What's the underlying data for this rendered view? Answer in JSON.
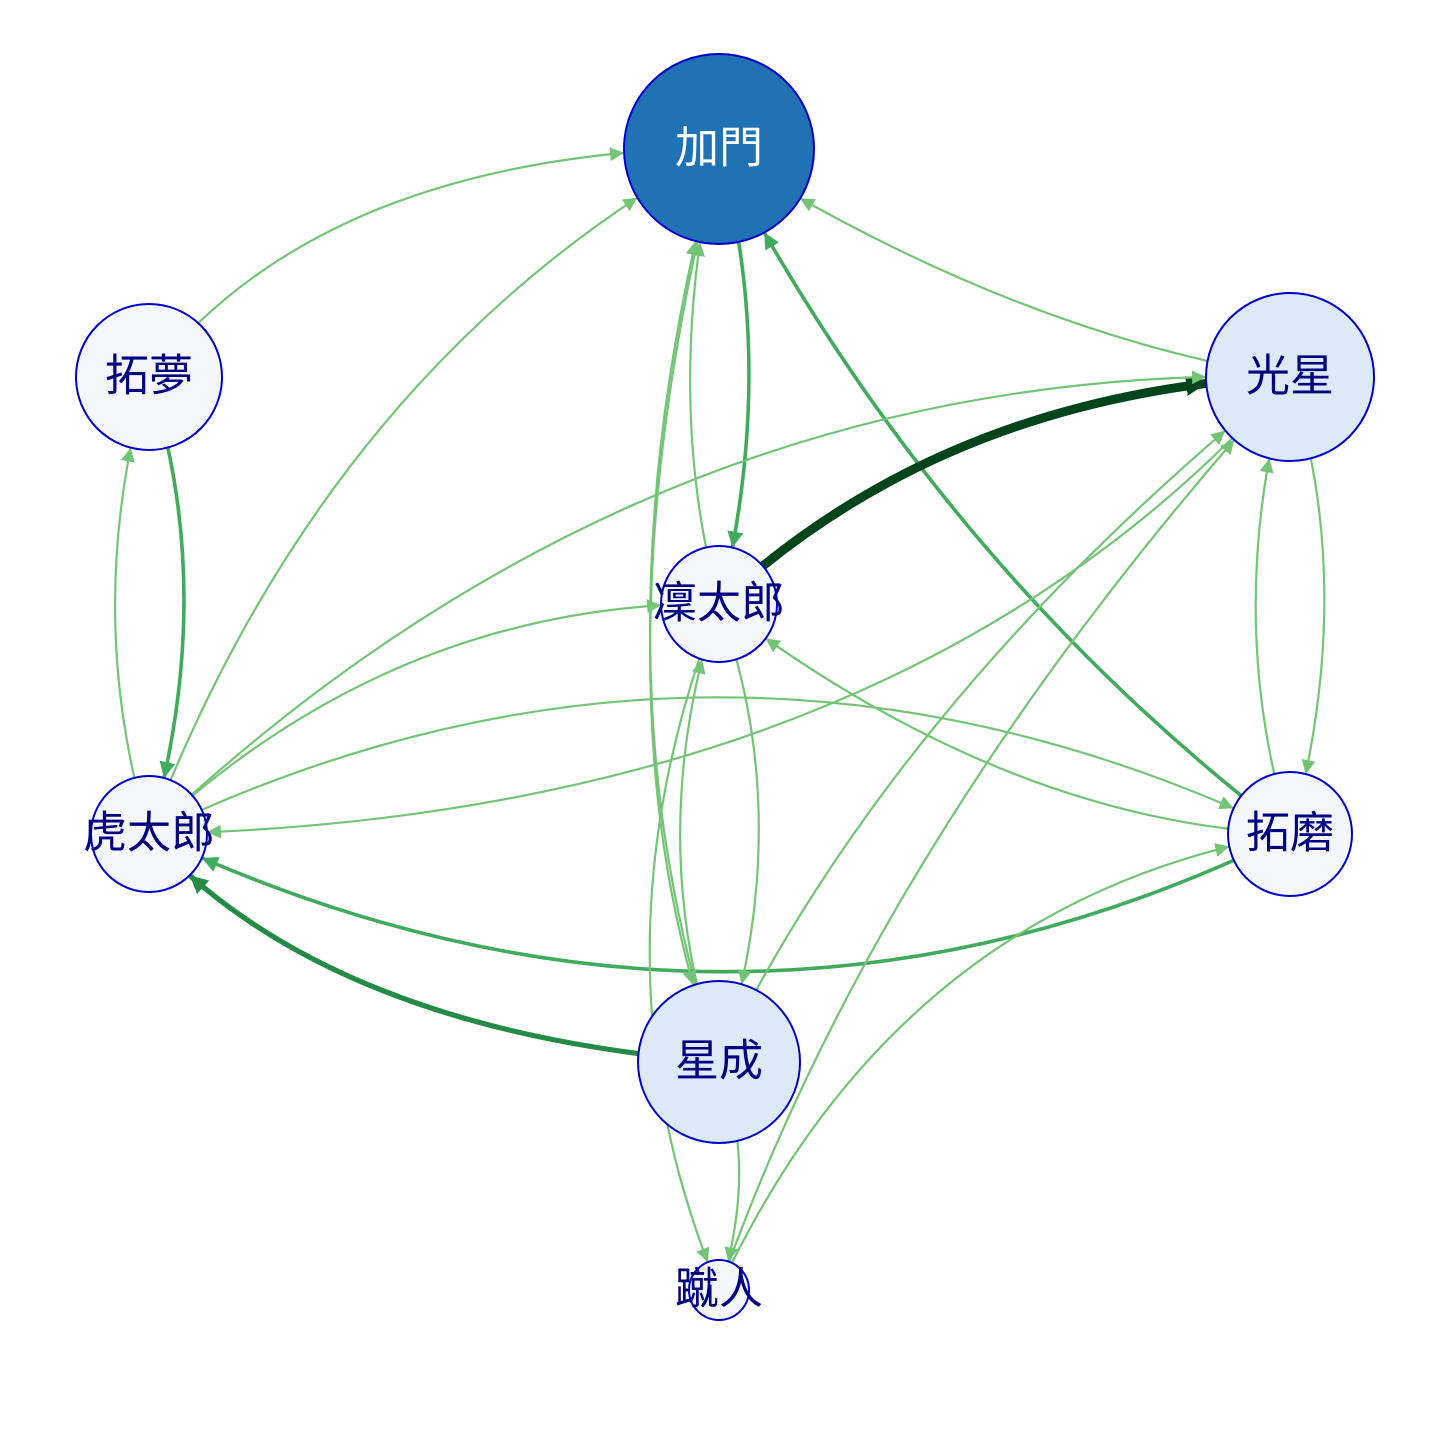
{
  "graph": {
    "nodes": [
      {
        "id": "kamon",
        "label": "加門",
        "fill": "#2171b5",
        "text_color": "#ffffff"
      },
      {
        "id": "takumu",
        "label": "拓夢",
        "fill": "#f4f8fd",
        "text_color": "#000080"
      },
      {
        "id": "kousei",
        "label": "光星",
        "fill": "#dde9f6",
        "text_color": "#000080"
      },
      {
        "id": "rintaro",
        "label": "凜太郎",
        "fill": "#f4f8fd",
        "text_color": "#000080"
      },
      {
        "id": "kotaro",
        "label": "虎太郎",
        "fill": "#f4f8fd",
        "text_color": "#000080"
      },
      {
        "id": "takuma",
        "label": "拓磨",
        "fill": "#f4f8fd",
        "text_color": "#000080"
      },
      {
        "id": "seina",
        "label": "星成",
        "fill": "#dde9f6",
        "text_color": "#000080"
      },
      {
        "id": "shuto",
        "label": "蹴人",
        "fill": "#f4f8fd",
        "text_color": "#000080"
      }
    ],
    "edges": [
      {
        "from": "takumu",
        "to": "kamon",
        "weight": 1
      },
      {
        "from": "kotaro",
        "to": "kamon",
        "weight": 1
      },
      {
        "from": "kamon",
        "to": "rintaro",
        "weight": 2
      },
      {
        "from": "rintaro",
        "to": "kamon",
        "weight": 1
      },
      {
        "from": "kousei",
        "to": "kamon",
        "weight": 1
      },
      {
        "from": "takuma",
        "to": "kamon",
        "weight": 2
      },
      {
        "from": "seina",
        "to": "kamon",
        "weight": 1
      },
      {
        "from": "rintaro",
        "to": "kousei",
        "weight": 5
      },
      {
        "from": "takumu",
        "to": "kotaro",
        "weight": 2
      },
      {
        "from": "kotaro",
        "to": "takumu",
        "weight": 1
      },
      {
        "from": "kotaro",
        "to": "kousei",
        "weight": 1
      },
      {
        "from": "kousei",
        "to": "kotaro",
        "weight": 1
      },
      {
        "from": "kotaro",
        "to": "rintaro",
        "weight": 1
      },
      {
        "from": "kotaro",
        "to": "takuma",
        "weight": 1
      },
      {
        "from": "takuma",
        "to": "kotaro",
        "weight": 2
      },
      {
        "from": "seina",
        "to": "kotaro",
        "weight": 3
      },
      {
        "from": "kousei",
        "to": "takuma",
        "weight": 1
      },
      {
        "from": "takuma",
        "to": "kousei",
        "weight": 1
      },
      {
        "from": "takuma",
        "to": "rintaro",
        "weight": 1
      },
      {
        "from": "rintaro",
        "to": "seina",
        "weight": 1
      },
      {
        "from": "seina",
        "to": "rintaro",
        "weight": 1
      },
      {
        "from": "kamon",
        "to": "seina",
        "weight": 1
      },
      {
        "from": "seina",
        "to": "kousei",
        "weight": 1
      },
      {
        "from": "shuto",
        "to": "kousei",
        "weight": 1
      },
      {
        "from": "shuto",
        "to": "takuma",
        "weight": 1
      },
      {
        "from": "seina",
        "to": "shuto",
        "weight": 1
      },
      {
        "from": "rintaro",
        "to": "shuto",
        "weight": 1
      }
    ],
    "edge_colors": {
      "1": "#74c476",
      "2": "#41ab5d",
      "3": "#238b45",
      "5": "#00441b"
    },
    "node_stroke": "#0000cd"
  }
}
